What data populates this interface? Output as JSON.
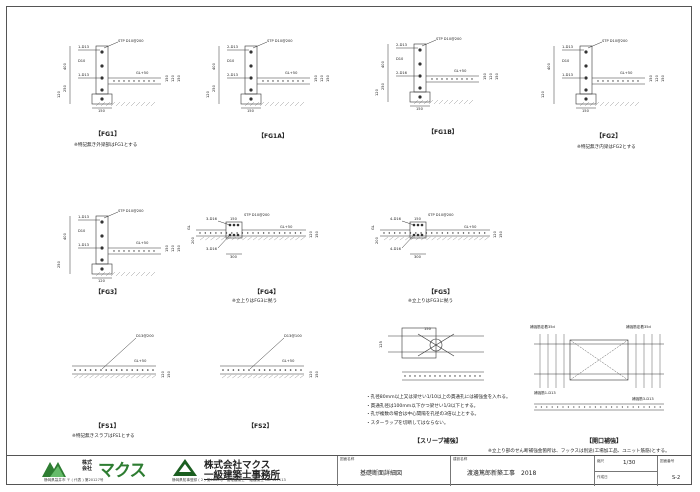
{
  "details": [
    {
      "id": "FG1",
      "caption": "【FG1】",
      "note": "※特記無き外梁部はFG1とする",
      "labels": [
        "1-D13",
        "STP D10@200",
        "D10",
        "1-D13",
        "GL+50",
        "400",
        "250",
        "120",
        "150",
        "150",
        "120",
        "150"
      ]
    },
    {
      "id": "FG1A",
      "caption": "【FG1A】",
      "note": "",
      "labels": [
        "2-D13",
        "STP D10@200",
        "D10",
        "2-D13",
        "GL+50",
        "400",
        "250",
        "120",
        "150",
        "150",
        "120",
        "150"
      ]
    },
    {
      "id": "FG1B",
      "caption": "【FG1B】",
      "note": "",
      "labels": [
        "2-D13",
        "STP D10@200",
        "D10",
        "2-D16",
        "GL+50",
        "400",
        "250",
        "120",
        "150",
        "150",
        "120",
        "150"
      ]
    },
    {
      "id": "FG2",
      "caption": "【FG2】",
      "note": "※特記無き内梁はFG2とする",
      "labels": [
        "1-D13",
        "STP D10@200",
        "D10",
        "1-D13",
        "GL+50",
        "400",
        "120",
        "150",
        "150",
        "120",
        "150"
      ]
    },
    {
      "id": "FG3",
      "caption": "【FG3】",
      "note": "",
      "labels": [
        "1-D13",
        "STP D10@200",
        "D10",
        "1-D13",
        "GL+50",
        "400",
        "250",
        "120",
        "150",
        "120",
        "150"
      ]
    },
    {
      "id": "FG4",
      "caption": "【FG4】",
      "note": "※立上りはFG3に拠う",
      "labels": [
        "3-D16",
        "STP D10@200",
        "GL+50",
        "3-D16",
        "GL",
        "200",
        "150",
        "300",
        "120",
        "150"
      ]
    },
    {
      "id": "FG5",
      "caption": "【FG5】",
      "note": "※立上りはFG3に拠う",
      "labels": [
        "4-D16",
        "STP D10@200",
        "GL+50",
        "4-D16",
        "GL",
        "200",
        "150",
        "300",
        "120",
        "150"
      ]
    },
    {
      "id": "FS1",
      "caption": "【FS1】",
      "note": "※特記無きスラブはFS1とする",
      "labels": [
        "D13@200",
        "GL+50",
        "120",
        "150"
      ]
    },
    {
      "id": "FS2",
      "caption": "【FS2】",
      "note": "",
      "labels": [
        "D13@100",
        "GL+50",
        "120",
        "150"
      ]
    }
  ],
  "sleeve": {
    "caption": "【スリーブ補強】",
    "labels": [
      "125",
      "150"
    ],
    "notes": [
      "・孔径80mm以上又は梁せい1/10以上の貫通孔には補強金を入れる。",
      "・貫通孔径は100mm以下かつ梁せい1/3以下とする。",
      "・孔が複数の場合は中心間隔を孔径の3倍以上とする。",
      "・スターラップを切断してはならない。"
    ]
  },
  "opening": {
    "caption": "【開口補強】",
    "labels": [
      "補強筋定着35d",
      "補強筋定着35d",
      "補強筋1-D13",
      "補強筋3-D13"
    ],
    "note": "※立上り部のせん断補強金箇所は、フックスは別途(工場加工品、ユニット筋筋)とする。"
  },
  "titleblock": {
    "company1_line1": "株式",
    "company1_line2": "会社",
    "company1_name": "マクス",
    "company1_addr": "静岡県袋井市 〒 ( 代表 ) 第20127号",
    "company2_name": "株式会社マクス",
    "company2_sub": "一級建築士事務所",
    "company2_addr": "静岡県知事登録 ( 2 ) 第4860号　管理建築士 一級建築士 No. 327113",
    "drawing_label": "図面名称",
    "drawing_name": "基礎断面詳細図",
    "project_label": "建設名称",
    "project_name": "渡邊篤郎新築工事　2018",
    "scale_label": "縮尺",
    "scale": "1/30",
    "num_label": "図面番号",
    "num": "S-2",
    "date_label": "作成日",
    "colors": {
      "company1": "#2e7d32",
      "company2": "#1b5e20"
    }
  }
}
